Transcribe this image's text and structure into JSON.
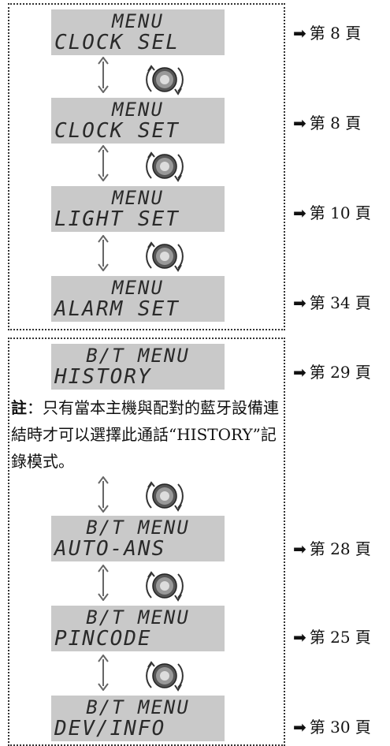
{
  "lcd": [
    {
      "line1": "MENU",
      "line2": "CLOCK SEL"
    },
    {
      "line1": "MENU",
      "line2": "CLOCK SET"
    },
    {
      "line1": "MENU",
      "line2": "LIGHT SET"
    },
    {
      "line1": "MENU",
      "line2": "ALARM SET"
    },
    {
      "line1": "B/T MENU",
      "line2": "HISTORY"
    },
    {
      "line1": "B/T MENU",
      "line2": "AUTO-ANS"
    },
    {
      "line1": "B/T MENU",
      "line2": "PINCODE"
    },
    {
      "line1": "B/T MENU",
      "line2": "DEV/INFO"
    }
  ],
  "refs": [
    "第 8 頁",
    "第 8 頁",
    "第 10 頁",
    "第 34 頁",
    "第 29 頁",
    "第 28 頁",
    "第 25 頁",
    "第 30 頁"
  ],
  "note": {
    "label": "註",
    "text": "：只有當本主機與配對的藍牙設備連結時才可以選擇此通話“HISTORY”記錄模式。"
  },
  "arrow_glyph": "➡"
}
